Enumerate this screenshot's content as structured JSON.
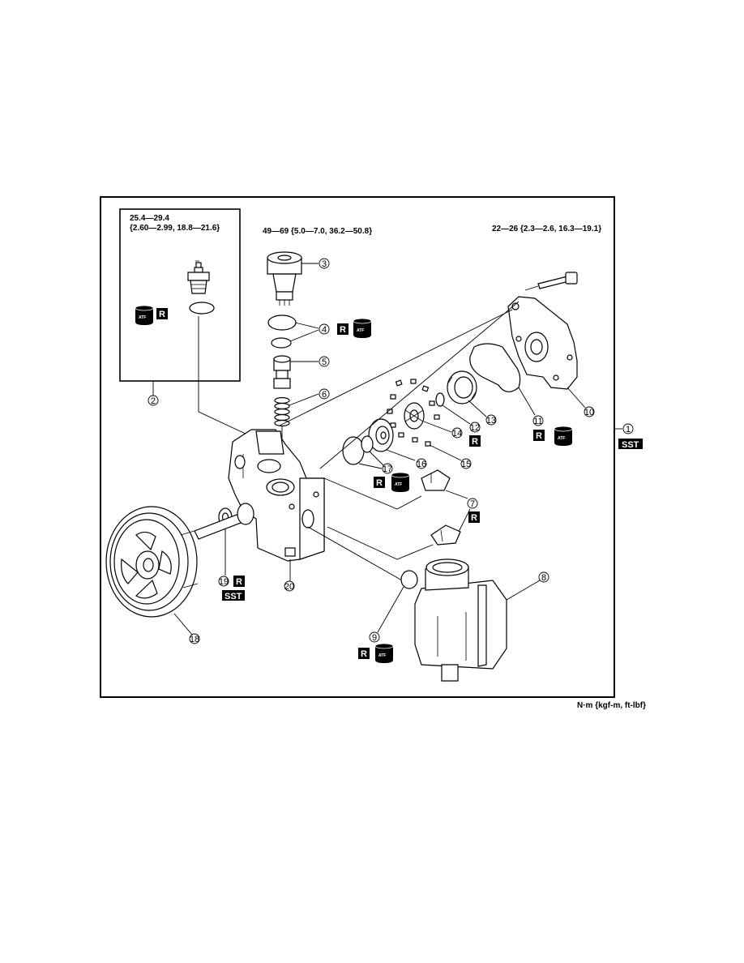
{
  "torque_specs": {
    "sensor_line1": "25.4—29.4",
    "sensor_line2": "{2.60—2.99, 18.8—21.6}",
    "control_valve": "49—69 {5.0—7.0, 36.2—50.8}",
    "cover_bolt": "22—26 {2.3—2.6, 16.3—19.1}"
  },
  "unit_note": "N·m {kgf-m, ft-lbf}",
  "badges": {
    "replace": "R",
    "special_tool": "SST",
    "fluid": "ATF"
  },
  "callouts": {
    "c1": "1",
    "c2": "2",
    "c3": "3",
    "c4": "4",
    "c5": "5",
    "c6": "6",
    "c7": "7",
    "c8": "8",
    "c9": "9",
    "c10": "10",
    "c11": "11",
    "c12": "12",
    "c13": "13",
    "c14": "14",
    "c15": "15",
    "c16": "16",
    "c17": "17",
    "c18": "18",
    "c19": "19",
    "c20": "20"
  }
}
